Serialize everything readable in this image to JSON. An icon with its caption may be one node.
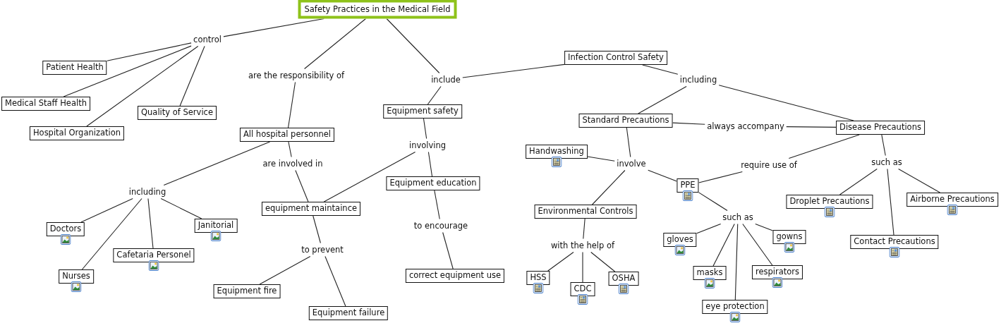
{
  "diagram": {
    "nodes": [
      {
        "text": [
          "Safety Practices in the Medical Field"
        ]
      },
      {
        "text": [
          "control"
        ]
      },
      {
        "text": [
          "Patient Health"
        ]
      },
      {
        "text": [
          "Medical Staff Health"
        ]
      },
      {
        "text": [
          "Quality of Service"
        ]
      },
      {
        "text": [
          "Hospital Organization"
        ]
      },
      {
        "text": [
          "are the responsibility of"
        ]
      },
      {
        "text": [
          "include"
        ]
      },
      {
        "text": [
          "Infection Control Safety"
        ]
      },
      {
        "text": [
          "including"
        ]
      },
      {
        "text": [
          "Equipment safety"
        ]
      },
      {
        "text": [
          "All hospital personnel"
        ]
      },
      {
        "text": [
          "Standard Precautions"
        ]
      },
      {
        "text": [
          "always accompany"
        ]
      },
      {
        "text": [
          "Disease Precautions"
        ]
      },
      {
        "text": [
          "involving"
        ]
      },
      {
        "text": [
          "Handwashing"
        ]
      },
      {
        "text": [
          "involve"
        ]
      },
      {
        "text": [
          "require use of"
        ]
      },
      {
        "text": [
          "such as"
        ]
      },
      {
        "text": [
          "are involved in"
        ]
      },
      {
        "text": [
          "Equipment education"
        ]
      },
      {
        "text": [
          "PPE"
        ]
      },
      {
        "text": [
          "including"
        ]
      },
      {
        "text": [
          "equipment maintaince"
        ]
      },
      {
        "text": [
          "Environmental Controls"
        ]
      },
      {
        "text": [
          "Droplet Precautions"
        ]
      },
      {
        "text": [
          "Airborne Precautions"
        ]
      },
      {
        "text": [
          "such as"
        ]
      },
      {
        "text": [
          "to encourage"
        ]
      },
      {
        "text": [
          "Doctors"
        ]
      },
      {
        "text": [
          "Janitorial"
        ]
      },
      {
        "text": [
          "gloves"
        ]
      },
      {
        "text": [
          "gowns"
        ]
      },
      {
        "text": [
          "Contact Precautions"
        ]
      },
      {
        "text": [
          "with the help of"
        ]
      },
      {
        "text": [
          "Cafetaria Personel"
        ]
      },
      {
        "text": [
          "to prevent"
        ]
      },
      {
        "text": [
          "Nurses"
        ]
      },
      {
        "text": [
          "correct equipment use"
        ]
      },
      {
        "text": [
          "masks"
        ]
      },
      {
        "text": [
          "respirators"
        ]
      },
      {
        "text": [
          "HSS"
        ]
      },
      {
        "text": [
          "OSHA"
        ]
      },
      {
        "text": [
          "Equipment fire"
        ]
      },
      {
        "text": [
          "CDC"
        ]
      },
      {
        "text": [
          "eye protection"
        ]
      },
      {
        "text": [
          "Equipment failure"
        ]
      }
    ],
    "edges": [
      {
        "from": 0,
        "to": 1,
        "arrow": "none"
      },
      {
        "from": 1,
        "to": 2,
        "arrow": "none"
      },
      {
        "from": 1,
        "to": 3,
        "arrow": "none"
      },
      {
        "from": 1,
        "to": 5,
        "arrow": "none"
      },
      {
        "from": 1,
        "to": 4,
        "arrow": "none"
      },
      {
        "from": 0,
        "to": 6,
        "arrow": "none"
      },
      {
        "from": 6,
        "to": 11,
        "arrow": "none"
      },
      {
        "from": 0,
        "to": 7,
        "arrow": "none"
      },
      {
        "from": 7,
        "to": 10,
        "arrow": "none"
      },
      {
        "from": 7,
        "to": 8,
        "arrow": "none"
      },
      {
        "from": 8,
        "to": 9,
        "arrow": "none"
      },
      {
        "from": 9,
        "to": 12,
        "arrow": "none"
      },
      {
        "from": 9,
        "to": 14,
        "arrow": "none"
      },
      {
        "from": 12,
        "to": 13,
        "arrow": "none"
      },
      {
        "from": 13,
        "to": 14,
        "arrow": "none"
      },
      {
        "from": 10,
        "to": 15,
        "arrow": "none"
      },
      {
        "from": 15,
        "to": 21,
        "arrow": "none"
      },
      {
        "from": 15,
        "to": 24,
        "arrow": "none"
      },
      {
        "from": 11,
        "to": 20,
        "arrow": "none"
      },
      {
        "from": 20,
        "to": 24,
        "arrow": "none"
      },
      {
        "from": 11,
        "to": 23,
        "arrow": "none"
      },
      {
        "from": 23,
        "to": 30,
        "arrow": "none"
      },
      {
        "from": 23,
        "to": 38,
        "arrow": "none"
      },
      {
        "from": 23,
        "to": 36,
        "arrow": "none"
      },
      {
        "from": 23,
        "to": 31,
        "arrow": "none"
      },
      {
        "from": 24,
        "to": 37,
        "arrow": "none"
      },
      {
        "from": 37,
        "to": 44,
        "arrow": "none"
      },
      {
        "from": 37,
        "to": 47,
        "arrow": "none"
      },
      {
        "from": 21,
        "to": 29,
        "arrow": "none"
      },
      {
        "from": 29,
        "to": 39,
        "arrow": "none"
      },
      {
        "from": 12,
        "to": 17,
        "arrow": "none"
      },
      {
        "from": 16,
        "to": 17,
        "arrow": "none"
      },
      {
        "from": 17,
        "to": 25,
        "arrow": "none"
      },
      {
        "from": 17,
        "to": 22,
        "arrow": "none"
      },
      {
        "from": 14,
        "to": 18,
        "arrow": "none"
      },
      {
        "from": 18,
        "to": 22,
        "arrow": "none"
      },
      {
        "from": 14,
        "to": 19,
        "arrow": "none"
      },
      {
        "from": 19,
        "to": 26,
        "arrow": "none"
      },
      {
        "from": 19,
        "to": 34,
        "arrow": "none"
      },
      {
        "from": 19,
        "to": 27,
        "arrow": "none"
      },
      {
        "from": 22,
        "to": 28,
        "arrow": "none"
      },
      {
        "from": 28,
        "to": 32,
        "arrow": "none"
      },
      {
        "from": 28,
        "to": 40,
        "arrow": "none"
      },
      {
        "from": 28,
        "to": 46,
        "arrow": "none"
      },
      {
        "from": 28,
        "to": 41,
        "arrow": "none"
      },
      {
        "from": 28,
        "to": 33,
        "arrow": "none"
      },
      {
        "from": 25,
        "to": 35,
        "arrow": "none"
      },
      {
        "from": 35,
        "to": 42,
        "arrow": "none"
      },
      {
        "from": 35,
        "to": 45,
        "arrow": "none"
      },
      {
        "from": 35,
        "to": 43,
        "arrow": "none"
      }
    ]
  }
}
